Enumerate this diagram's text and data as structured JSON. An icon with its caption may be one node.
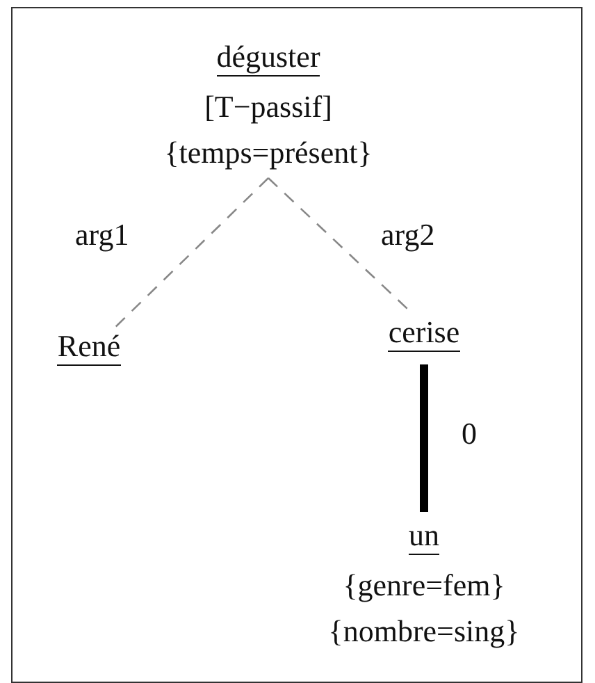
{
  "diagram": {
    "nodes": [
      {
        "text": [
          "déguster",
          "[T−passif]",
          "{temps=présent}"
        ]
      },
      {
        "text": [
          "René"
        ]
      },
      {
        "text": [
          "cerise"
        ]
      },
      {
        "text": [
          "un",
          "{genre=fem}",
          "{nombre=sing}"
        ]
      }
    ],
    "edges": [
      {
        "from": 0,
        "to": 1,
        "arrow": "none",
        "label": "arg1",
        "style": "dashed",
        "color": "#888888"
      },
      {
        "from": 0,
        "to": 2,
        "arrow": "none",
        "label": "arg2",
        "style": "dashed",
        "color": "#888888"
      },
      {
        "from": 2,
        "to": 3,
        "arrow": "none",
        "label": "0",
        "style": "thick",
        "color": "#000000"
      }
    ]
  }
}
